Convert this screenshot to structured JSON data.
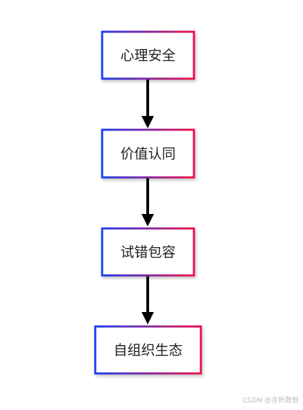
{
  "diagram": {
    "type": "vertical-flowchart",
    "nodes": [
      {
        "id": "n1",
        "label": "心理安全"
      },
      {
        "id": "n2",
        "label": "价值认同"
      },
      {
        "id": "n3",
        "label": "试错包容"
      },
      {
        "id": "n4",
        "label": "自组织生态"
      }
    ],
    "edges": [
      {
        "from": "n1",
        "to": "n2"
      },
      {
        "from": "n2",
        "to": "n3"
      },
      {
        "from": "n3",
        "to": "n4"
      }
    ],
    "colors": {
      "border_gradient_start": "#1a3cf0",
      "border_gradient_end": "#f0104a",
      "arrow": "#000000",
      "text": "#222222"
    }
  },
  "watermark": {
    "text": "CSDN @言析数智"
  }
}
